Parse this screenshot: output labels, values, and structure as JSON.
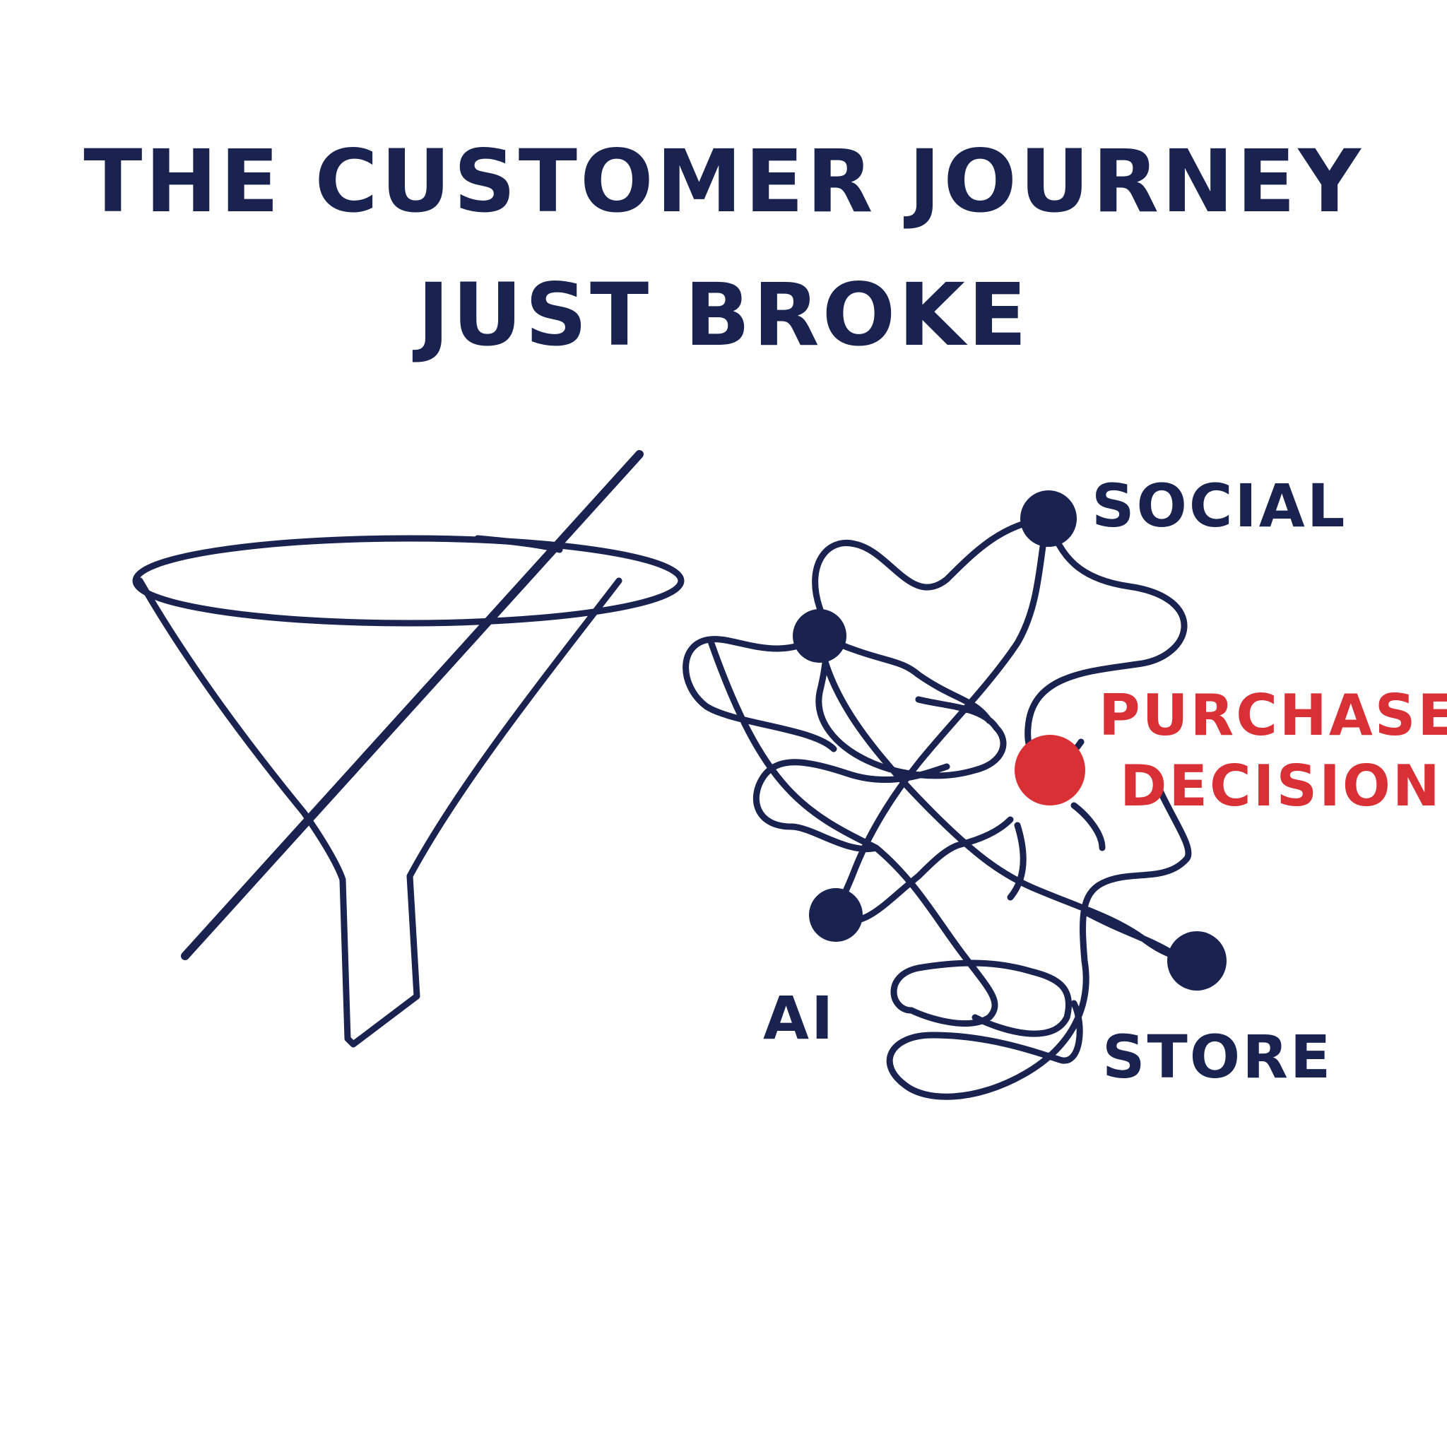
{
  "title": {
    "line1": "THE CUSTOMER JOURNEY",
    "line2": "JUST BROKE"
  },
  "nodes": {
    "social": "SOCIAL",
    "ai": "AI",
    "store": "STORE",
    "purchase_line1": "PURCHASE",
    "purchase_line2": "DECISION"
  },
  "colors": {
    "ink": "#1a2350",
    "accent": "#d93036",
    "background": "#ffffff"
  },
  "icons": [
    "funnel-icon",
    "cross-out-stroke",
    "tangled-path-icon"
  ]
}
